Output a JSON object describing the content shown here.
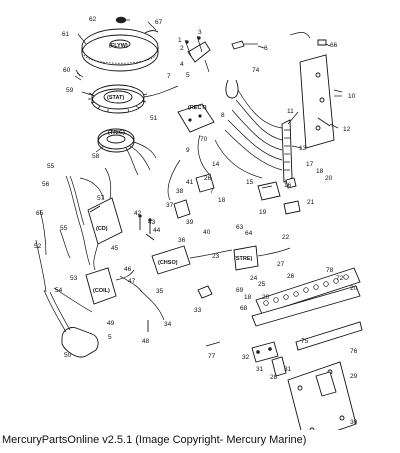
{
  "caption": "MercuryPartsOnline v2.5.1 (Image Copyright- Mercury Marine)",
  "component_labels": {
    "flywheel": "(FLYW)",
    "stator": "(STAT)",
    "trigger": "(TRIG)",
    "rectifier": "(RECT)",
    "cdi": "(CD)",
    "coil": "(COIL)",
    "choke_solenoid": "(CHSO)",
    "starter_relay": "(STRE)"
  },
  "callouts": {
    "c1": "1",
    "c2": "2",
    "c3": "3",
    "c4": "4",
    "c5": "5",
    "c6": "6",
    "c7a": "7",
    "c7b": "7",
    "c8": "8",
    "c9": "9",
    "c10": "10",
    "c11": "11",
    "c12": "12",
    "c13": "13",
    "c14": "14",
    "c15": "15",
    "c16": "16",
    "c17": "17",
    "c18a": "18",
    "c18b": "18",
    "c19": "19",
    "c20a": "20",
    "c20b": "20",
    "c21": "21",
    "c22": "22",
    "c23": "23",
    "c24": "24",
    "c25": "25",
    "c26": "26",
    "c27": "27",
    "c28": "28",
    "c29": "29",
    "c30": "30",
    "c31a": "31",
    "c31b": "31",
    "c32": "32",
    "c33": "33",
    "c34": "34",
    "c35": "35",
    "c36": "36",
    "c37": "37",
    "c38": "38",
    "c39": "39",
    "c40": "40",
    "c41": "41",
    "c42": "42",
    "c43": "43",
    "c44": "44",
    "c45": "45",
    "c46": "46",
    "c47": "47",
    "c48": "48",
    "c49": "49",
    "c50": "50",
    "c51": "51",
    "c52": "52",
    "c53": "53",
    "c54": "54",
    "c55a": "55",
    "c55b": "55",
    "c56": "56",
    "c57": "57",
    "c58": "58",
    "c59": "59",
    "c60": "60",
    "c61": "61",
    "c62": "62",
    "c63": "63",
    "c64": "64",
    "c65": "65",
    "c66": "66",
    "c67": "67",
    "c68": "68",
    "c69": "69",
    "c70": "70",
    "c72": "72",
    "c74": "74",
    "c75": "75",
    "c76": "76",
    "c77": "77",
    "c78": "78",
    "c5b": "5"
  }
}
